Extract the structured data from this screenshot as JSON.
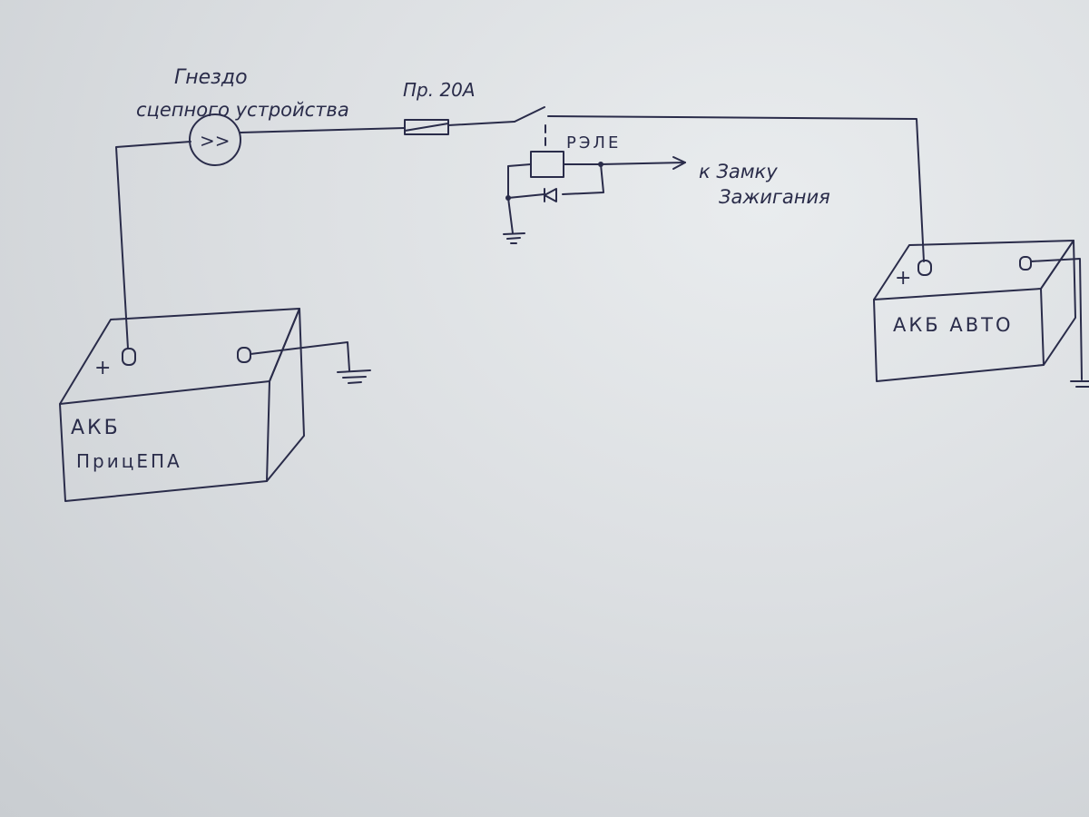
{
  "labels": {
    "socket_line1": "Гнездо",
    "socket_line2": "сцепного устройства",
    "fuse": "Пр. 20А",
    "relay": "РЭЛЕ",
    "ignition_line1": "к Замку",
    "ignition_line2": "Зажигания",
    "trailer_battery_line1": "АКБ",
    "trailer_battery_line2": "ПрицЕПА",
    "car_battery": "АКБ  АВТО",
    "socket_symbol": ">>",
    "plus_trailer": "+",
    "plus_car": "+"
  },
  "colors": {
    "ink": "#2a2c4a",
    "paper": "#e3e6e9"
  }
}
